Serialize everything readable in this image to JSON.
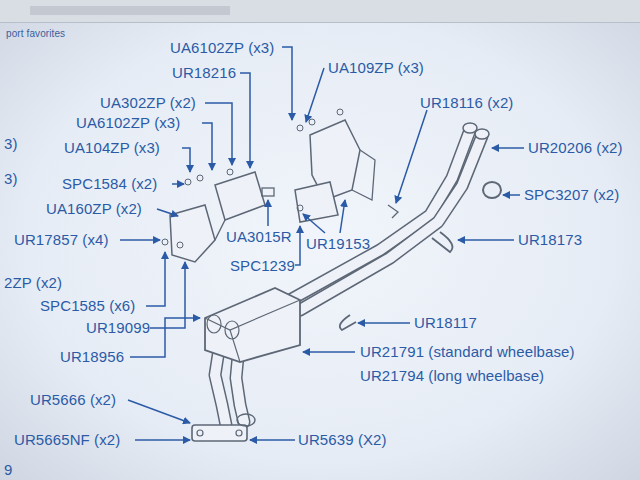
{
  "diagram": {
    "labels": [
      "port favorites",
      "UA6102ZP (x3)",
      "UR18216",
      "UA109ZP (x3)",
      "UR18116 (x2)",
      "UA302ZP (x2)",
      "UA6102ZP (x3)",
      "3)",
      "UA104ZP (x3)",
      "UR20206 (x2)",
      "3)",
      "SPC1584 (x2)",
      "SPC3207 (x2)",
      "UA160ZP (x2)",
      "UA3015R",
      "UR17857 (x4)",
      "UR19153",
      "UR18173",
      "SPC1239",
      "2ZP (x2)",
      "SPC1585 (x6)",
      "UR18117",
      "UR19099",
      "UR21791 (standard wheelbase)",
      "UR18956",
      "UR21794 (long wheelbase)",
      "UR5666 (x2)",
      "UR5665NF (x2)",
      "UR5639 (X2)",
      "9"
    ]
  }
}
